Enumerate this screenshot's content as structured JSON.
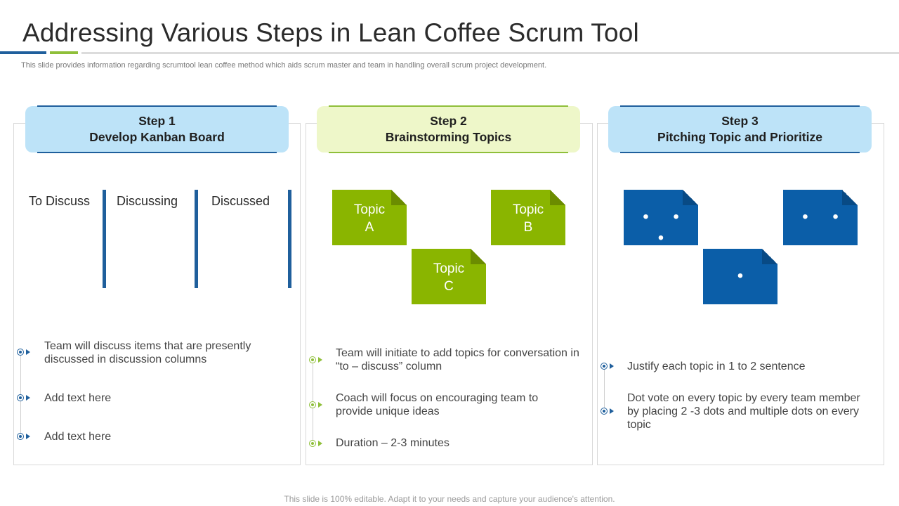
{
  "title": "Addressing Various Steps in Lean Coffee Scrum Tool",
  "subtitle": "This slide provides information regarding scrumtool lean coffee method which aids scrum master and team in handling overall scrum project development.",
  "colors": {
    "blue": "#1f5f9c",
    "green": "#8fbf3a",
    "note_green": "#8ab500",
    "note_blue": "#0b5ea8",
    "light_blue": "#bde3f8",
    "light_green": "#eef7c9"
  },
  "steps": [
    {
      "number": "Step 1",
      "name": "Develop Kanban Board",
      "kanban_columns": [
        "To Discuss",
        "Discussing",
        "Discussed"
      ],
      "bullets": [
        "Team will discuss items that are presently discussed in discussion columns",
        "Add text here",
        "Add text here"
      ]
    },
    {
      "number": "Step 2",
      "name": "Brainstorming Topics",
      "topics": [
        {
          "line1": "Topic",
          "line2": "A"
        },
        {
          "line1": "Topic",
          "line2": "B"
        },
        {
          "line1": "Topic",
          "line2": "C"
        }
      ],
      "bullets": [
        "Team will initiate to add topics for conversation in “to – discuss” column",
        "Coach will focus on encouraging team to provide unique ideas",
        "Duration – 2-3 minutes"
      ]
    },
    {
      "number": "Step 3",
      "name": "Pitching Topic and Prioritize",
      "vote_notes": [
        "• • •",
        "• •",
        "•"
      ],
      "bullets": [
        "Justify each topic in 1 to 2 sentence",
        "Dot vote on every topic by every team member by placing 2 -3 dots and multiple dots on every topic"
      ]
    }
  ],
  "footer": "This slide is 100% editable. Adapt it to your needs and capture your audience's attention."
}
